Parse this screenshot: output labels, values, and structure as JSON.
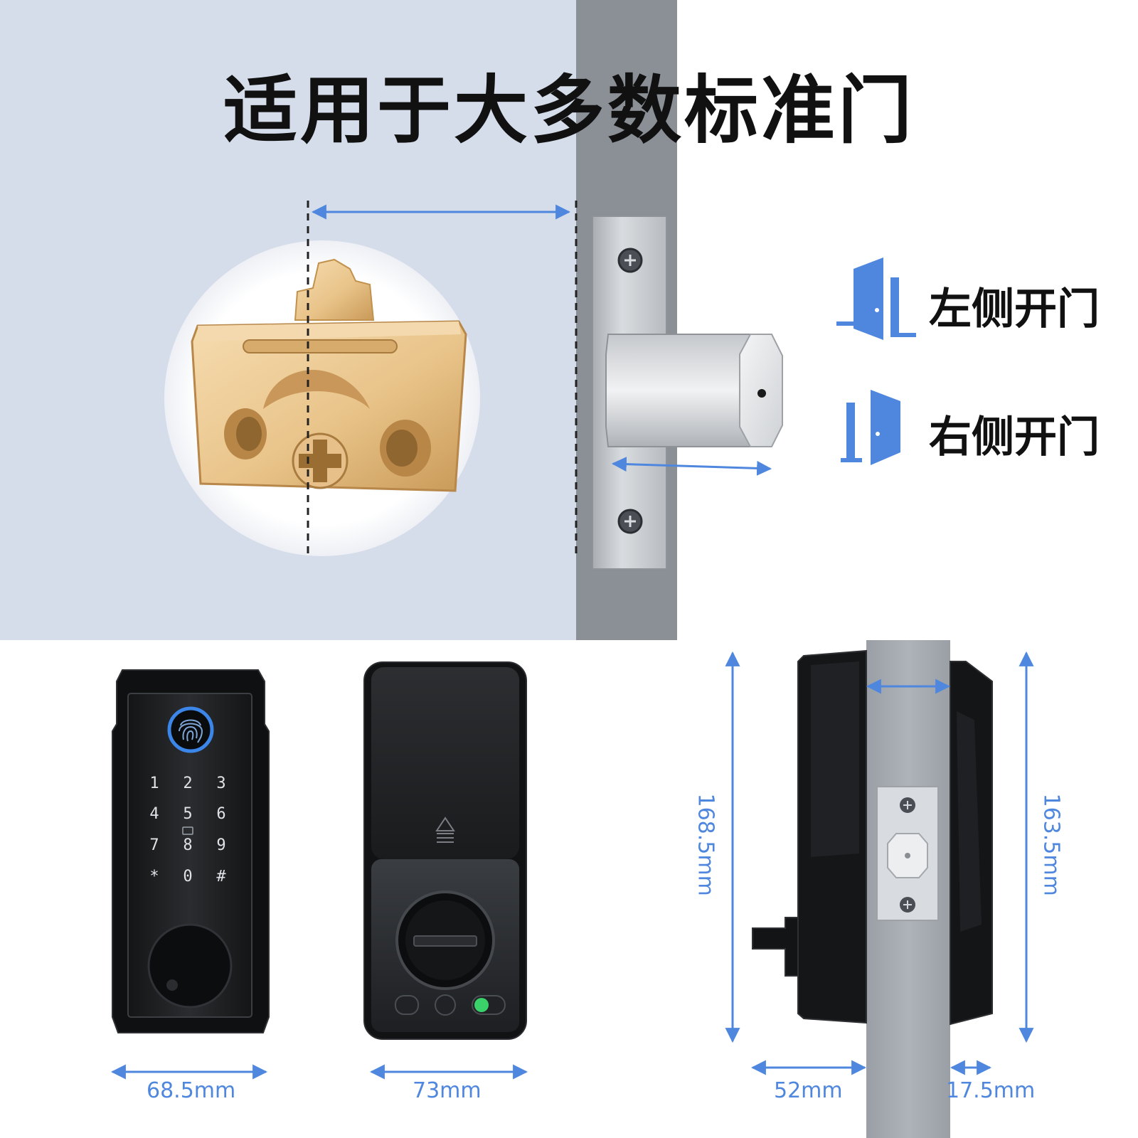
{
  "title": "适用于大多数标准门",
  "door_options": [
    {
      "label": "左侧开门",
      "icon": "left-open-door-icon"
    },
    {
      "label": "右侧开门",
      "icon": "right-open-door-icon"
    }
  ],
  "keypad": {
    "keys": [
      "1",
      "2",
      "3",
      "4",
      "5",
      "6",
      "7",
      "8",
      "9",
      "*",
      "0",
      "#"
    ]
  },
  "dimensions": {
    "front_width": "68.5mm",
    "back_width": "73mm",
    "front_height": "168.5mm",
    "back_height": "163.5mm",
    "outer_depth": "52mm",
    "inner_depth": "17.5mm"
  },
  "colors": {
    "accent_blue": "#4f87df",
    "wall_bg": "#d5dcea",
    "door_edge": "#8b9097",
    "lock_body": "#1d1f22",
    "brass": "#e8c58a"
  }
}
